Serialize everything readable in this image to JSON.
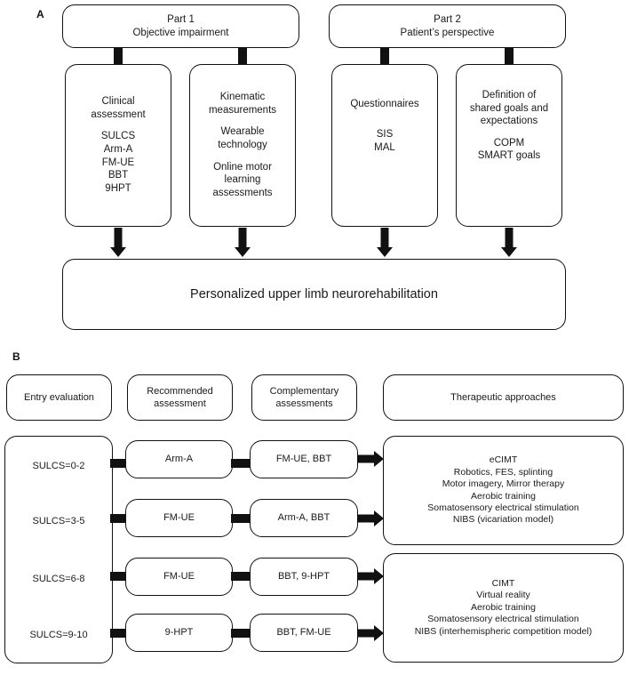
{
  "figure": {
    "panel_a_label": "A",
    "panel_b_label": "B"
  },
  "panel_a": {
    "top_boxes": [
      {
        "title": "Part 1",
        "subtitle": "Objective impairment"
      },
      {
        "title": "Part 2",
        "subtitle": "Patient’s perspective"
      }
    ],
    "columns": [
      {
        "heading": [
          "Clinical",
          "assessment"
        ],
        "items": [
          "SULCS",
          "Arm-A",
          "FM-UE",
          "BBT",
          "9HPT"
        ]
      },
      {
        "heading": [
          "Kinematic",
          "measurements"
        ],
        "items": [
          "Wearable",
          "technology"
        ],
        "items2": [
          "Online motor",
          "learning",
          "assessments"
        ]
      },
      {
        "heading": [
          "Questionnaires"
        ],
        "items": [
          "SIS",
          "MAL"
        ]
      },
      {
        "heading": [
          "Definition of",
          "shared goals and",
          "expectations"
        ],
        "items": [
          "COPM",
          "SMART goals"
        ]
      }
    ],
    "outcome": "Personalized upper limb neurorehabilitation"
  },
  "panel_b": {
    "headers": [
      "Entry evaluation",
      [
        "Recommended",
        "assessment"
      ],
      [
        "Complementary",
        "assessments"
      ],
      "Therapeutic approaches"
    ],
    "entry_levels": [
      "SULCS=0-2",
      "SULCS=3-5",
      "SULCS=6-8",
      "SULCS=9-10"
    ],
    "recommended": [
      "Arm-A",
      "FM-UE",
      "FM-UE",
      "9-HPT"
    ],
    "complementary": [
      "FM-UE, BBT",
      "Arm-A, BBT",
      "BBT, 9-HPT",
      "BBT, FM-UE"
    ],
    "therapies": [
      [
        "eCIMT",
        "Robotics, FES, splinting",
        "Motor imagery, Mirror therapy",
        "Aerobic training",
        "Somatosensory electrical stimulation",
        "NIBS (vicariation model)"
      ],
      [
        "CIMT",
        "Virtual reality",
        "Aerobic training",
        "Somatosensory electrical stimulation",
        "NIBS (interhemispheric competition model)"
      ]
    ]
  },
  "colors": {
    "stroke": "#111111",
    "background": "#ffffff",
    "text": "#1a1a1a"
  }
}
